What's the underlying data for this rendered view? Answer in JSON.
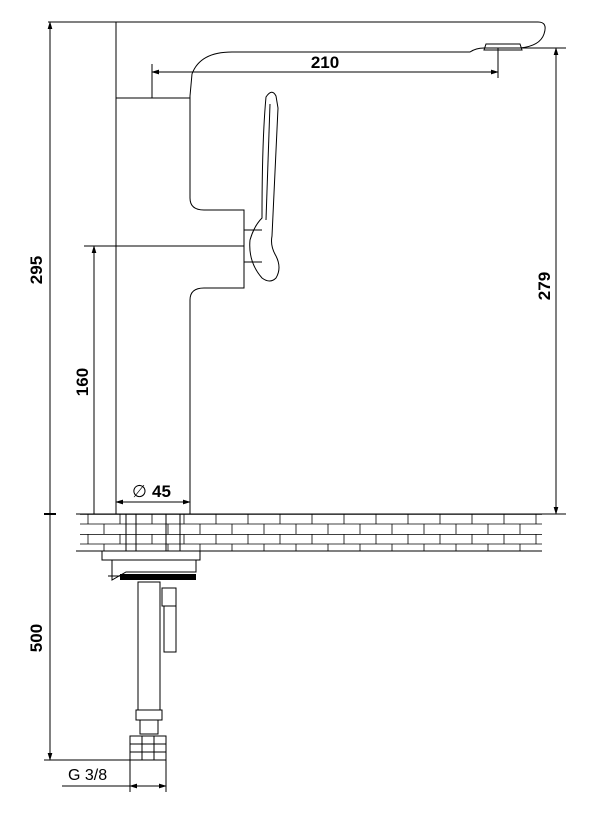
{
  "dimensions": {
    "total_height": "295",
    "spout_reach": "210",
    "spout_height": "279",
    "handle_height": "160",
    "base_diameter_symbol": "∅",
    "base_diameter": "45",
    "hose_length": "500",
    "thread": "G 3/8"
  },
  "colors": {
    "line": "#000000",
    "background": "#ffffff",
    "hose_fill": "#d8d8d8"
  }
}
